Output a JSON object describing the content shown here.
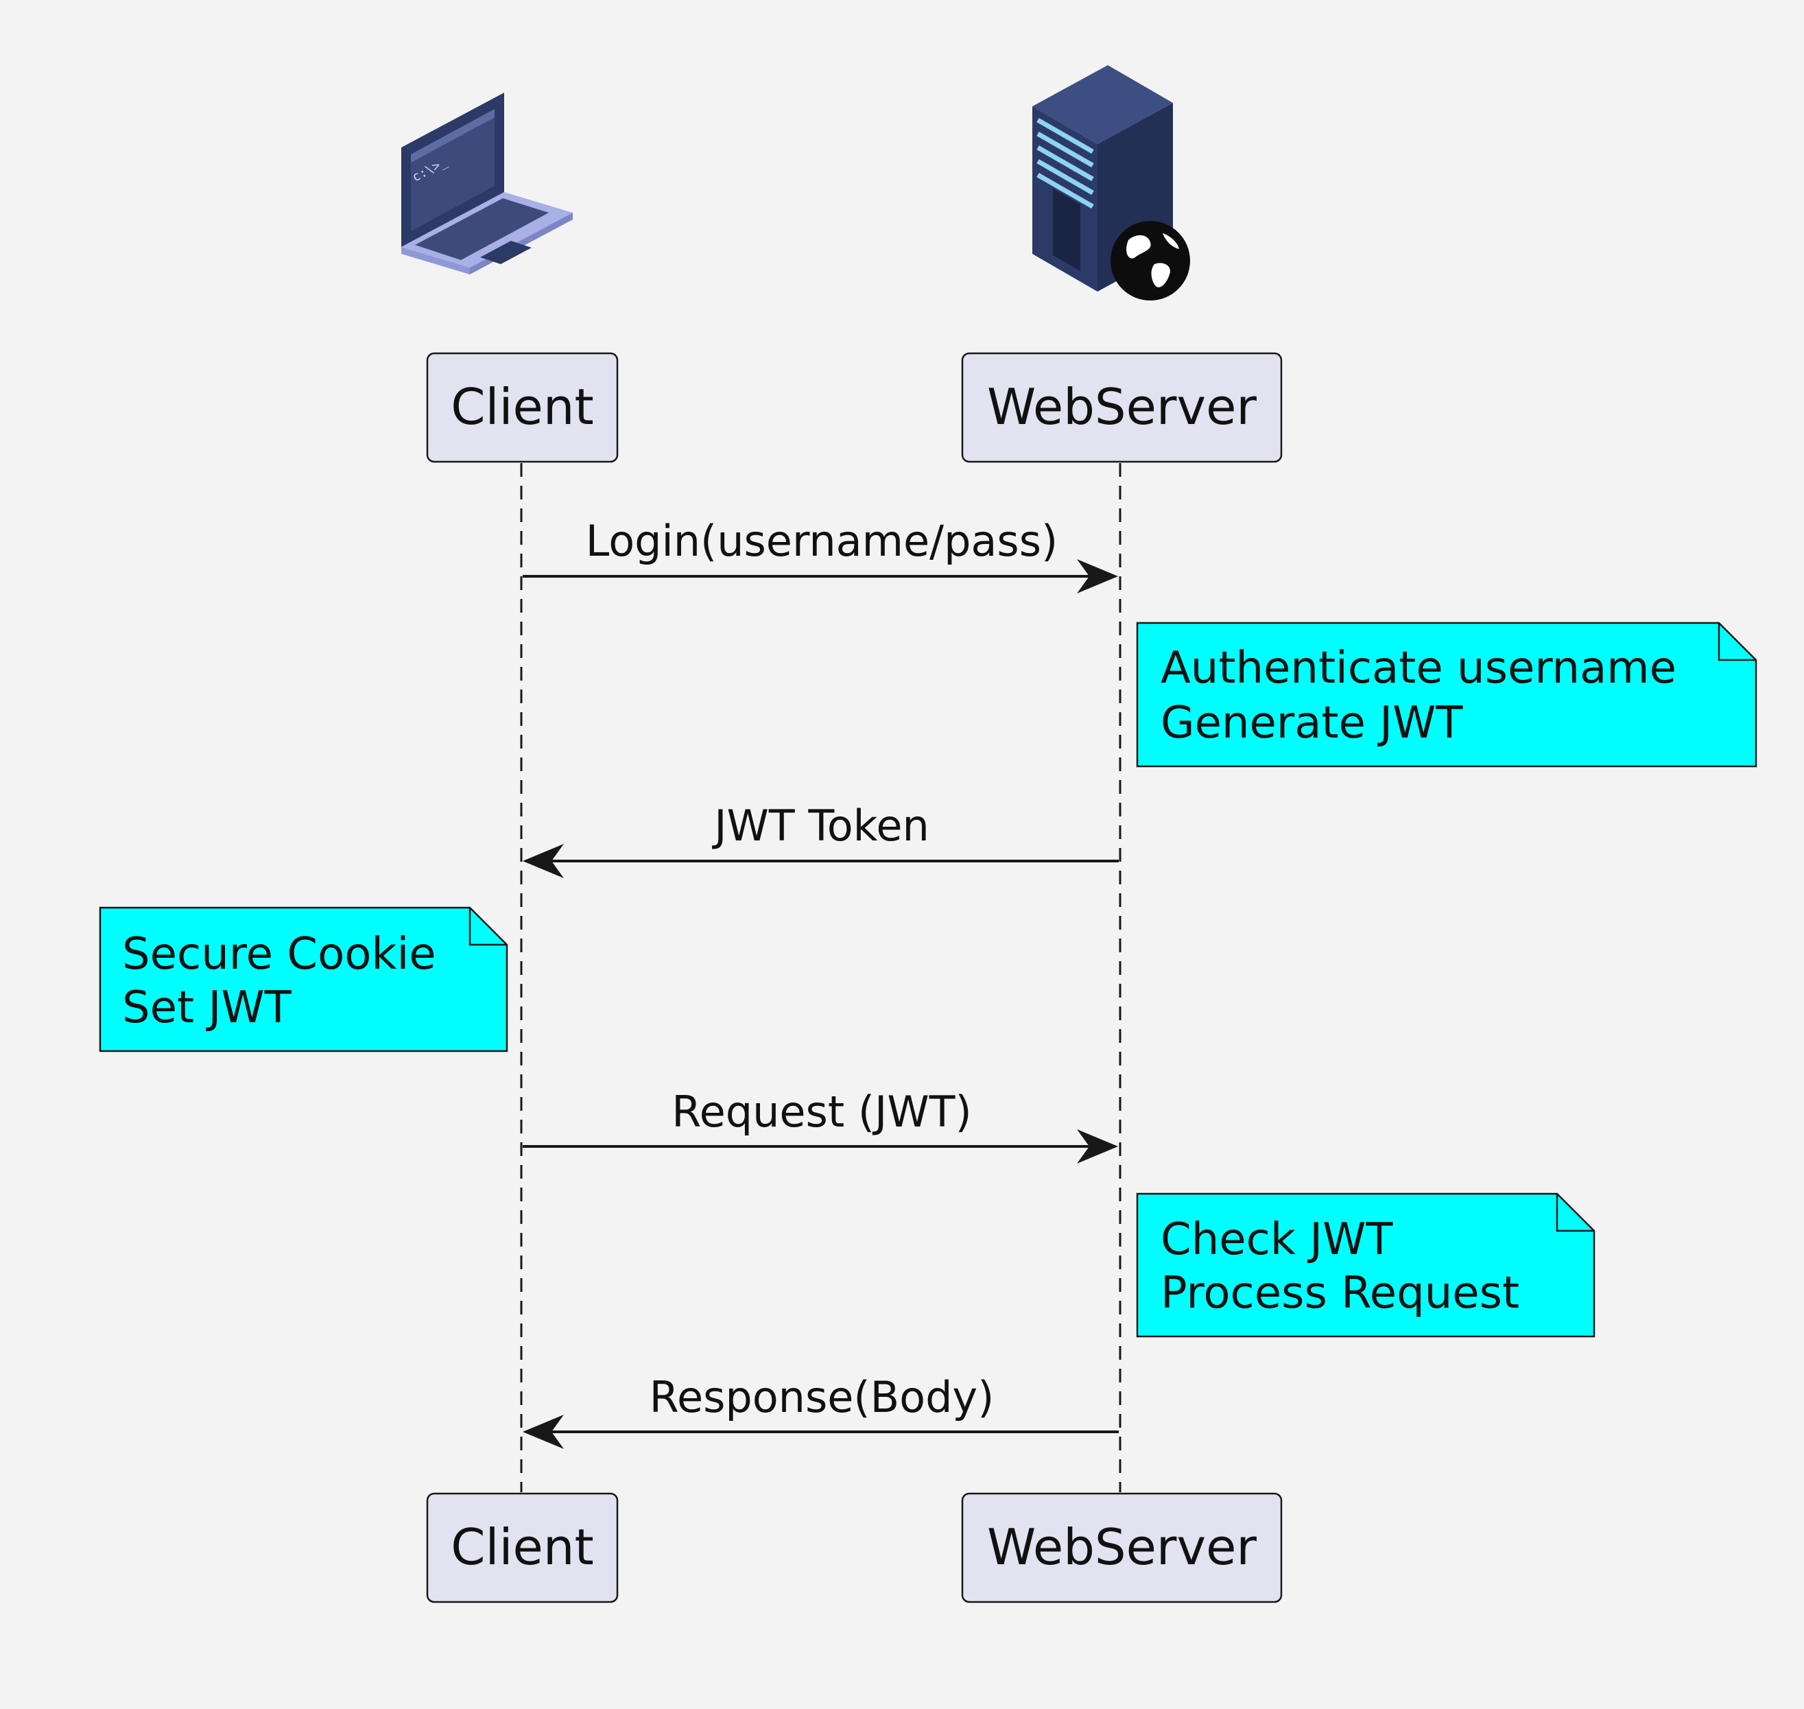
{
  "colors": {
    "background": "#f3f3f3",
    "participant_fill": "#e2e2f0",
    "participant_stroke": "#181818",
    "note_fill": "#00ffff",
    "line": "#181818",
    "laptop_body": "#2b3a67",
    "laptop_keyboard": "#a8b0e6",
    "server_body": "#2b3a67",
    "server_light": "#8fd3f4"
  },
  "participants": [
    {
      "id": "client",
      "label": "Client",
      "icon": "laptop-icon"
    },
    {
      "id": "webserver",
      "label": "WebServer",
      "icon": "web-server-globe-icon"
    }
  ],
  "laptop_screen_text": "c:\\>_",
  "messages": [
    {
      "from": "client",
      "to": "webserver",
      "label": "Login(username/pass)"
    },
    {
      "from": "webserver",
      "to": "client",
      "label": "JWT Token"
    },
    {
      "from": "client",
      "to": "webserver",
      "label": "Request (JWT)"
    },
    {
      "from": "webserver",
      "to": "client",
      "label": "Response(Body)"
    }
  ],
  "notes": [
    {
      "over": "webserver",
      "side": "right",
      "lines": [
        "Authenticate username",
        "Generate JWT"
      ]
    },
    {
      "over": "client",
      "side": "left",
      "lines": [
        "Secure Cookie",
        "Set JWT"
      ]
    },
    {
      "over": "webserver",
      "side": "right",
      "lines": [
        "Check JWT",
        "Process Request"
      ]
    }
  ]
}
